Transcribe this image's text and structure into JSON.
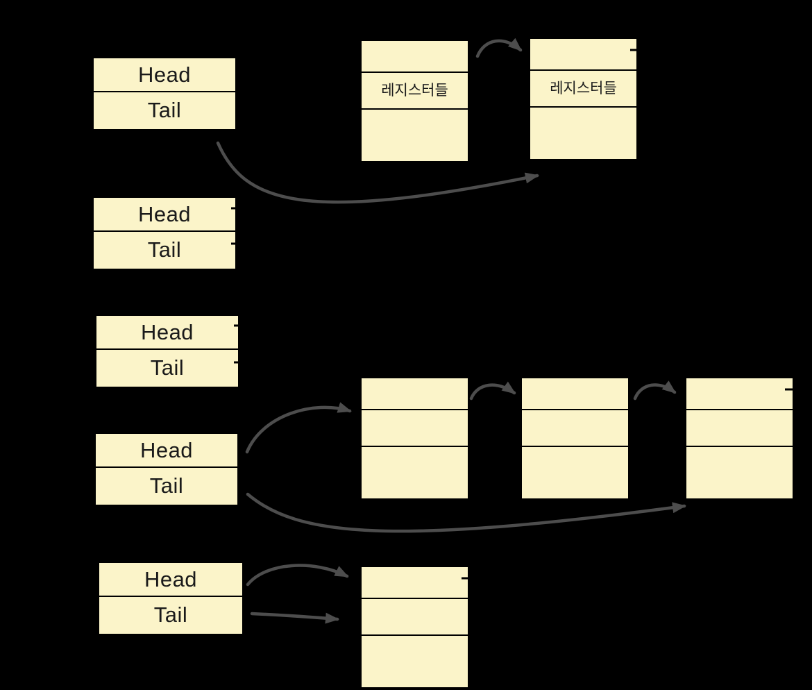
{
  "labels": {
    "head": "Head",
    "tail": "Tail",
    "registers": "레지스터들"
  },
  "colors": {
    "background": "#000000",
    "box_fill": "#FBF4C9",
    "box_border": "#000000",
    "arrow": "#4D4D4D",
    "text": "#1A1A1A"
  },
  "structure": {
    "queues": [
      {
        "id": "queue-1",
        "rows": [
          "Head",
          "Tail"
        ],
        "tail_arrow_to": "node-2"
      },
      {
        "id": "queue-2",
        "rows": [
          "Head",
          "Tail"
        ],
        "pointer_stubs": [
          "head",
          "tail"
        ]
      },
      {
        "id": "queue-3",
        "rows": [
          "Head",
          "Tail"
        ],
        "pointer_stubs": [
          "head",
          "tail"
        ]
      },
      {
        "id": "queue-4",
        "rows": [
          "Head",
          "Tail"
        ],
        "head_arrow_to": "node-A",
        "tail_arrow_to": "node-C"
      },
      {
        "id": "queue-5",
        "rows": [
          "Head",
          "Tail"
        ],
        "head_arrow_to": "node-6",
        "tail_arrow_to": "node-6"
      }
    ],
    "nodes": [
      {
        "id": "node-1",
        "rows": [
          "",
          "레지스터들",
          ""
        ],
        "next_arrow_to": "node-2"
      },
      {
        "id": "node-2",
        "rows": [
          "",
          "레지스터들",
          ""
        ],
        "next_pointer_stub": true
      },
      {
        "id": "node-A",
        "rows": [
          "",
          "",
          ""
        ],
        "next_arrow_to": "node-B"
      },
      {
        "id": "node-B",
        "rows": [
          "",
          "",
          ""
        ],
        "next_arrow_to": "node-C"
      },
      {
        "id": "node-C",
        "rows": [
          "",
          "",
          ""
        ],
        "next_pointer_stub": true
      },
      {
        "id": "node-6",
        "rows": [
          "",
          "",
          ""
        ],
        "next_pointer_stub": true
      }
    ]
  }
}
